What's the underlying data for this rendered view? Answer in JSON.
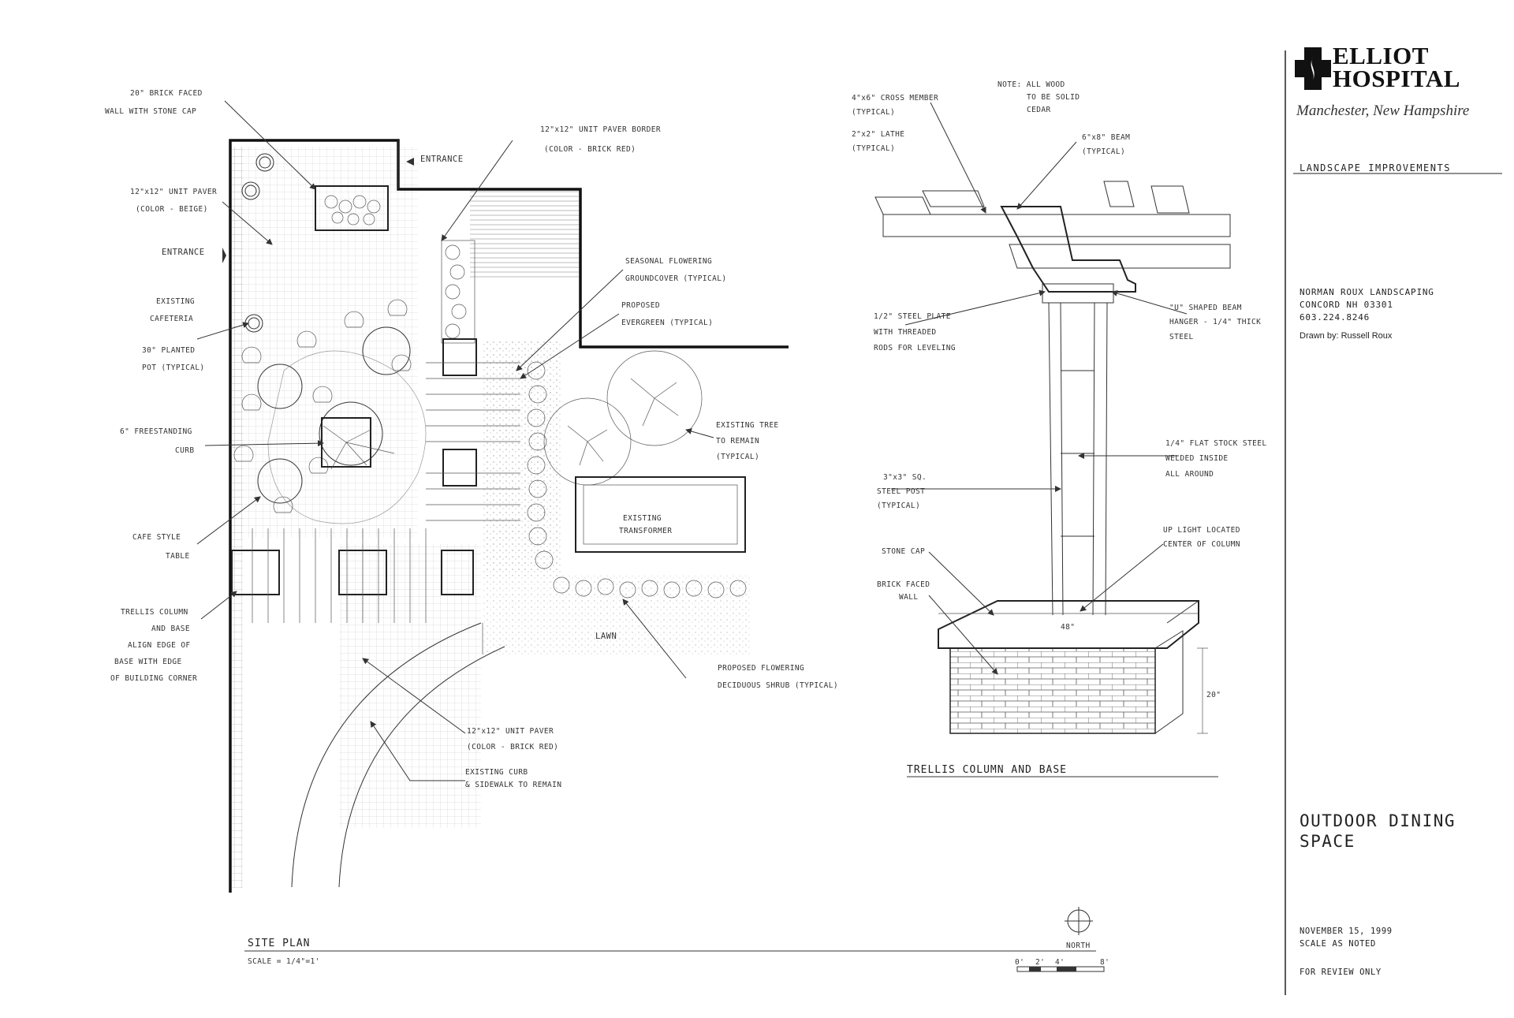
{
  "site_plan": {
    "title": "SITE PLAN",
    "scale": "SCALE = 1/4\"=1'",
    "north": "NORTH",
    "bar_scale": [
      "0'",
      "2'",
      "4'",
      "8'"
    ],
    "labels": {
      "brick_wall_1": "20\" BRICK FACED",
      "brick_wall_2": "WALL WITH STONE CAP",
      "entrance_top": "ENTRANCE",
      "unit_paver_border_1": "12\"x12\" UNIT PAVER BORDER",
      "unit_paver_border_2": "(COLOR - BRICK RED)",
      "unit_paver_beige_1": "12\"x12\" UNIT PAVER",
      "unit_paver_beige_2": "(COLOR - BEIGE)",
      "entrance_left": "ENTRANCE",
      "cafeteria_1": "EXISTING",
      "cafeteria_2": "CAFETERIA",
      "planted_pot_1": "30\" PLANTED",
      "planted_pot_2": "POT (TYPICAL)",
      "curb_1": "6\" FREESTANDING",
      "curb_2": "CURB",
      "cafe_table_1": "CAFE STYLE",
      "cafe_table_2": "TABLE",
      "trellis_1": "TRELLIS COLUMN",
      "trellis_2": "AND BASE",
      "trellis_3": "ALIGN EDGE OF",
      "trellis_4": "BASE WITH EDGE",
      "trellis_5": "OF BUILDING CORNER",
      "groundcover_1": "SEASONAL FLOWERING",
      "groundcover_2": "GROUNDCOVER (TYPICAL)",
      "evergreen_1": "PROPOSED",
      "evergreen_2": "EVERGREEN (TYPICAL)",
      "tree_1": "EXISTING TREE",
      "tree_2": "TO REMAIN",
      "tree_3": "(TYPICAL)",
      "transformer_1": "EXISTING",
      "transformer_2": "TRANSFORMER",
      "lawn": "LAWN",
      "shrub_1": "PROPOSED FLOWERING",
      "shrub_2": "DECIDUOUS SHRUB (TYPICAL)",
      "paver_red_1": "12\"x12\" UNIT PAVER",
      "paver_red_2": "(COLOR - BRICK RED)",
      "sidewalk_1": "EXISTING CURB",
      "sidewalk_2": "& SIDEWALK TO REMAIN"
    }
  },
  "trellis_detail": {
    "title": "TRELLIS COLUMN AND BASE",
    "labels": {
      "note_1": "NOTE: ALL WOOD",
      "note_2": "TO BE SOLID",
      "note_3": "CEDAR",
      "cross_member_1": "4\"x6\" CROSS MEMBER",
      "cross_member_2": "(TYPICAL)",
      "lathe_1": "2\"x2\" LATHE",
      "lathe_2": "(TYPICAL)",
      "beam_1": "6\"x8\" BEAM",
      "beam_2": "(TYPICAL)",
      "plate_1": "1/2\" STEEL PLATE",
      "plate_2": "WITH THREADED",
      "plate_3": "RODS FOR LEVELING",
      "hanger_1": "\"U\" SHAPED BEAM",
      "hanger_2": "HANGER - 1/4\" THICK",
      "hanger_3": "STEEL",
      "flat_stock_1": "1/4\" FLAT STOCK STEEL",
      "flat_stock_2": "WELDED INSIDE",
      "flat_stock_3": "ALL AROUND",
      "post_1": "3\"x3\" SQ.",
      "post_2": "STEEL POST",
      "post_3": "(TYPICAL)",
      "uplight_1": "UP LIGHT LOCATED",
      "uplight_2": "CENTER OF COLUMN",
      "stone_cap": "STONE CAP",
      "brick_wall_1": "BRICK FACED",
      "brick_wall_2": "WALL",
      "dim_width": "48\"",
      "dim_height": "20\""
    }
  },
  "title_block": {
    "logo_name_1": "ELLIOT",
    "logo_name_2": "HOSPITAL",
    "location": "Manchester, New Hampshire",
    "project": "LANDSCAPE IMPROVEMENTS",
    "firm": "NORMAN ROUX LANDSCAPING",
    "city": "CONCORD NH 03301",
    "phone": "603.224.8246",
    "drawn_by": "Drawn by: Russell Roux",
    "sheet_title": "OUTDOOR DINING\nSPACE",
    "date": "NOVEMBER 15, 1999",
    "scale_note": "SCALE AS NOTED",
    "review": "FOR REVIEW ONLY"
  },
  "colors": {
    "ink": "#222222",
    "paper": "#ffffff"
  }
}
